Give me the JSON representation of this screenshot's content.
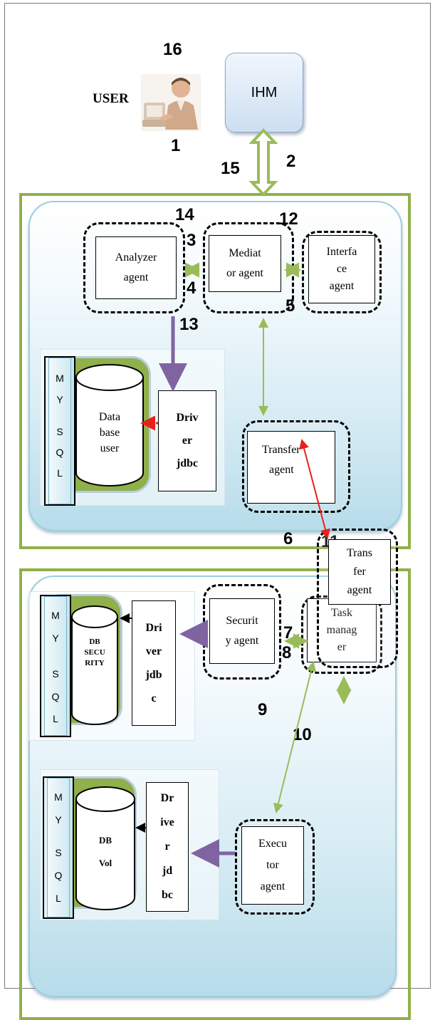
{
  "user": {
    "label": "USER",
    "icon": "user-at-computer-icon"
  },
  "ihm": {
    "label": "IHM"
  },
  "agents": {
    "analyzer": [
      "Analyzer",
      "agent"
    ],
    "mediator": [
      "Mediat",
      "or agent"
    ],
    "interface": [
      "Interfa",
      "ce",
      "agent"
    ],
    "transfer1": [
      "Transfer",
      "agent"
    ],
    "security": [
      "Securit",
      "y agent"
    ],
    "task_manager": [
      "Task",
      "manag",
      "er"
    ],
    "transfer2": [
      "Trans",
      "fer",
      "agent"
    ],
    "executor": [
      "Execu",
      "tor",
      "agent"
    ]
  },
  "drivers": {
    "driver1": [
      "Driv",
      "er",
      "jdbc"
    ],
    "driver2": [
      "Dri",
      "ver",
      "jdb",
      "c"
    ],
    "driver3": [
      "Dr",
      "ive",
      "r",
      "jd",
      "bc"
    ]
  },
  "databases": {
    "db_user": [
      "Data",
      "base",
      "user"
    ],
    "db_security": [
      "DB",
      "SECU",
      "RITY"
    ],
    "db_vol": [
      "DB",
      "Vol"
    ]
  },
  "mysql_letters": [
    "M",
    "Y",
    "S",
    "Q",
    "L"
  ],
  "step_numbers": {
    "n1": "1",
    "n2": "2",
    "n3": "3",
    "n4": "4",
    "n5": "5",
    "n6": "6",
    "n7": "7",
    "n8": "8",
    "n9": "9",
    "n10": "10",
    "n11": "11",
    "n12": "12",
    "n13": "13",
    "n14": "14",
    "n15": "15",
    "n16": "16"
  },
  "colors": {
    "frame_green": "#8fb04a",
    "arrow_green": "#9bbb59",
    "arrow_purple": "#8064a2",
    "arrow_red": "#e8201c",
    "panel_blue": "#b7dcea"
  }
}
